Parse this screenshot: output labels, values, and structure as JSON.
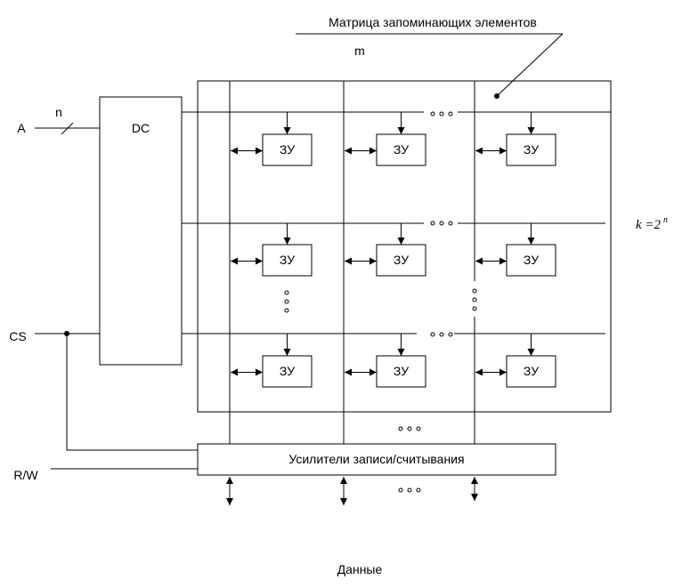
{
  "labels": {
    "matrix_title": "Матрица запоминающих элементов",
    "m": "m",
    "n": "n",
    "a": "A",
    "dc": "DC",
    "cs": "CS",
    "rw": "R/W",
    "k_eq": "k =2",
    "k_sup": "n",
    "amplifiers": "Усилители записи/считывания",
    "data": "Данные"
  },
  "cells": [
    [
      "ЗУ",
      "ЗУ",
      "ЗУ"
    ],
    [
      "ЗУ",
      "ЗУ",
      "ЗУ"
    ],
    [
      "ЗУ",
      "ЗУ",
      "ЗУ"
    ]
  ]
}
